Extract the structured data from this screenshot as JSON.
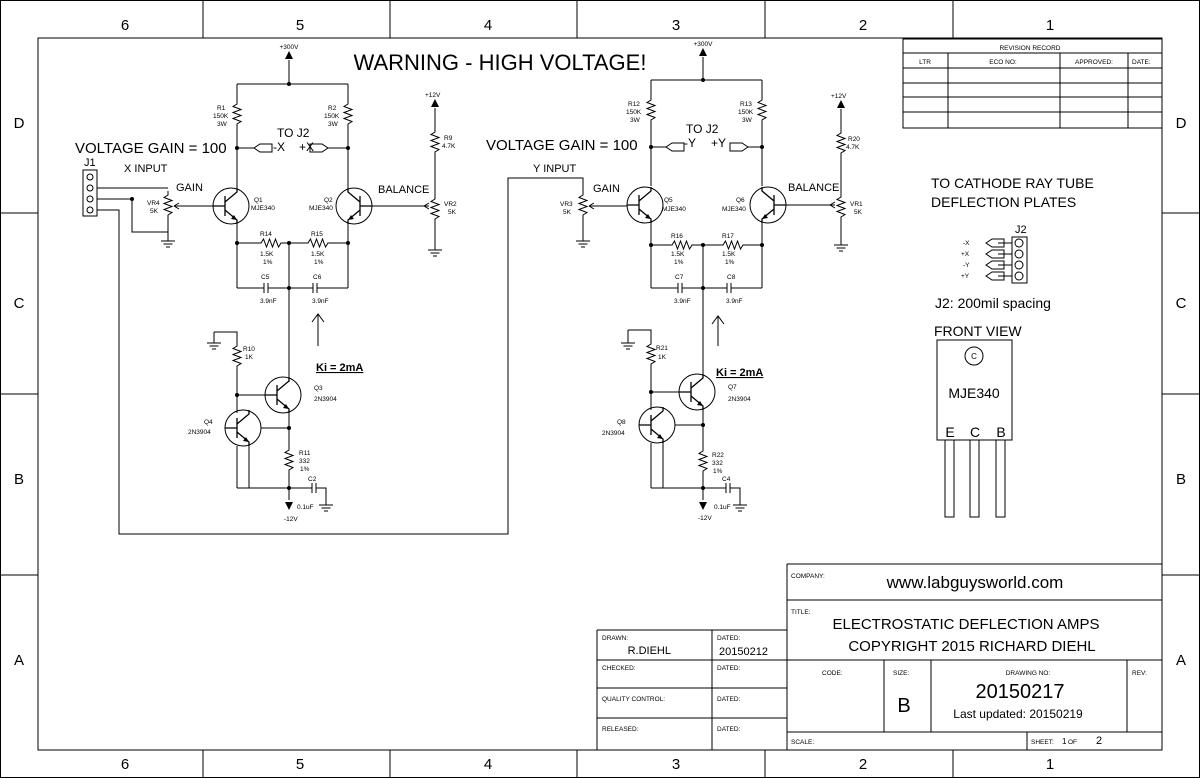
{
  "zones": {
    "cols": [
      "6",
      "5",
      "4",
      "3",
      "2",
      "1"
    ],
    "rows": [
      "D",
      "C",
      "B",
      "A"
    ]
  },
  "schematic": {
    "warning": "WARNING - HIGH VOLTAGE!",
    "x_amp": {
      "supply_hv": "+300V",
      "supply_12": "+12V",
      "supply_neg": "-12V",
      "gain_label": "VOLTAGE GAIN = 100",
      "to_j2": "TO J2",
      "out_neg": "-X",
      "out_pos": "+X",
      "input_label": "X INPUT",
      "connector": "J1",
      "gain_pot": "GAIN",
      "balance": "BALANCE",
      "r1": [
        "R1",
        "150K",
        "3W"
      ],
      "r2": [
        "R2",
        "150K",
        "3W"
      ],
      "r9": [
        "R9",
        "4.7K"
      ],
      "q1": [
        "Q1",
        "MJE340"
      ],
      "q2": [
        "Q2",
        "MJE340"
      ],
      "vr4": [
        "VR4",
        "5K"
      ],
      "vr2": [
        "VR2",
        "5K"
      ],
      "r14": [
        "R14",
        "1.5K",
        "1%"
      ],
      "r15": [
        "R15",
        "1.5K",
        "1%"
      ],
      "c5": [
        "C5",
        "3.9nF"
      ],
      "c6": [
        "C6",
        "3.9nF"
      ],
      "ki": "Ki = 2mA",
      "r10": [
        "R10",
        "1K"
      ],
      "q3": [
        "Q3",
        "2N3904"
      ],
      "q4": [
        "Q4",
        "2N3904"
      ],
      "r11": [
        "R11",
        "332",
        "1%"
      ],
      "c2": [
        "C2",
        "0.1uF"
      ]
    },
    "y_amp": {
      "supply_hv": "+300V",
      "supply_12": "+12V",
      "supply_neg": "-12V",
      "gain_label": "VOLTAGE GAIN = 100",
      "to_j2": "TO J2",
      "out_neg": "-Y",
      "out_pos": "+Y",
      "input_label": "Y INPUT",
      "gain_pot": "GAIN",
      "balance": "BALANCE",
      "r12": [
        "R12",
        "150K",
        "3W"
      ],
      "r13": [
        "R13",
        "150K",
        "3W"
      ],
      "r20": [
        "R20",
        "4.7K"
      ],
      "q5": [
        "Q5",
        "MJE340"
      ],
      "q6": [
        "Q6",
        "MJE340"
      ],
      "vr3": [
        "VR3",
        "5K"
      ],
      "vr1": [
        "VR1",
        "5K"
      ],
      "r16": [
        "R16",
        "1.5K",
        "1%"
      ],
      "r17": [
        "R17",
        "1.5K",
        "1%"
      ],
      "c7": [
        "C7",
        "3.9nF"
      ],
      "c8": [
        "C8",
        "3.9nF"
      ],
      "ki": "Ki = 2mA",
      "r21": [
        "R21",
        "1K"
      ],
      "q7": [
        "Q7",
        "2N3904"
      ],
      "q8": [
        "Q8",
        "2N3904"
      ],
      "r22": [
        "R22",
        "332",
        "1%"
      ],
      "c4": [
        "C4",
        "0.1uF"
      ]
    },
    "crt": {
      "title1": "TO CATHODE RAY TUBE",
      "title2": "DEFLECTION PLATES",
      "connector": "J2",
      "pins": [
        "-X",
        "+X",
        "-Y",
        "+Y"
      ],
      "spacing": "J2: 200mil spacing",
      "front_view": "FRONT VIEW",
      "package_part": "MJE340",
      "tab_pin": "C",
      "pin_e": "E",
      "pin_c": "C",
      "pin_b": "B"
    }
  },
  "revision": {
    "title": "REVISION RECORD",
    "headers": [
      "LTR",
      "ECO NO:",
      "APPROVED:",
      "DATE:"
    ]
  },
  "title_block": {
    "company_label": "COMPANY:",
    "company": "www.labguysworld.com",
    "title_label": "TITLE:",
    "title1": "ELECTROSTATIC DEFLECTION AMPS",
    "title2": "COPYRIGHT 2015 RICHARD DIEHL",
    "drawn_label": "DRAWN:",
    "drawn": "R.DIEHL",
    "dated_label": "DATED:",
    "drawn_date": "20150212",
    "checked_label": "CHECKED:",
    "qc_label": "QUALITY CONTROL:",
    "released_label": "RELEASED:",
    "code_label": "CODE:",
    "size_label": "SIZE:",
    "size": "B",
    "drawing_no_label": "DRAWING NO:",
    "drawing_no": "20150217",
    "last_updated": "Last  updated: 20150219",
    "rev_label": "REV:",
    "scale_label": "SCALE:",
    "sheet_label": "SHEET:",
    "sheet_num": "1",
    "sheet_of": "OF",
    "sheet_total": "2"
  }
}
